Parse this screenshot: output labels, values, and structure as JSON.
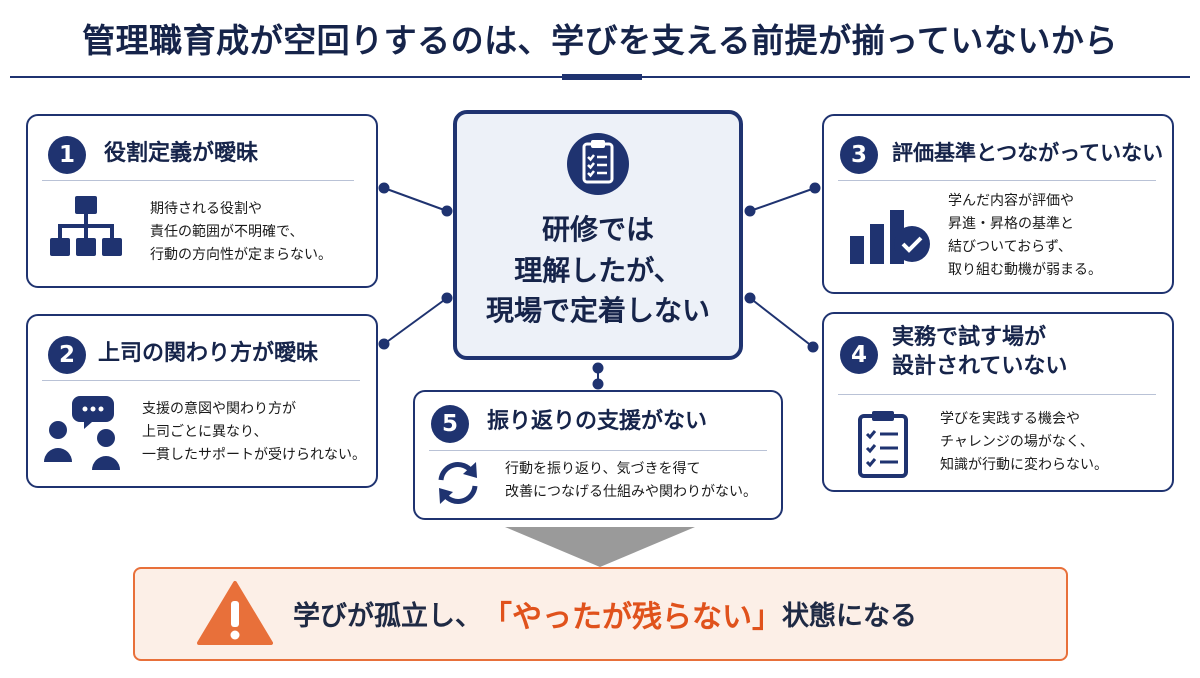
{
  "title": "管理職育成が空回りするのは、学びを支える前提が揃っていないから",
  "center": {
    "icon": "clipboard-checklist-icon",
    "lines": [
      "研修では",
      "理解したが、",
      "現場で定着しない"
    ]
  },
  "cards": {
    "c1": {
      "num": "1",
      "title": "役割定義が曖昧",
      "icon": "org-chart-icon",
      "body": [
        "期待される役割や",
        "責任の範囲が不明確で、",
        "行動の方向性が定まらない。"
      ]
    },
    "c2": {
      "num": "2",
      "title": "上司の関わり方が曖昧",
      "icon": "people-chat-icon",
      "body": [
        "支援の意図や関わり方が",
        "上司ごとに異なり、",
        "一貫したサポートが受けられない。"
      ]
    },
    "c3": {
      "num": "3",
      "title": "評価基準とつながっていない",
      "icon": "chart-check-icon",
      "body": [
        "学んだ内容が評価や",
        "昇進・昇格の基準と",
        "結びついておらず、",
        "取り組む動機が弱まる。"
      ]
    },
    "c4": {
      "num": "4",
      "title_lines": [
        "実務で試す場が",
        "設計されていない"
      ],
      "icon": "checklist-icon",
      "body": [
        "学びを実践する機会や",
        "チャレンジの場がなく、",
        "知識が行動に変わらない。"
      ]
    },
    "c5": {
      "num": "5",
      "title": "振り返りの支援がない",
      "icon": "refresh-cycle-icon",
      "body": [
        "行動を振り返り、気づきを得て",
        "改善につなげる仕組みや関わりがない。"
      ]
    }
  },
  "result": {
    "icon": "warning-icon",
    "prefix": "学びが孤立し、",
    "highlight": "「やったが残らない」",
    "suffix": "状態になる"
  },
  "colors": {
    "navy": "#1f3370",
    "accent": "#e0521c",
    "result_bg": "#fcefe7",
    "center_bg": "#edf1f8"
  }
}
